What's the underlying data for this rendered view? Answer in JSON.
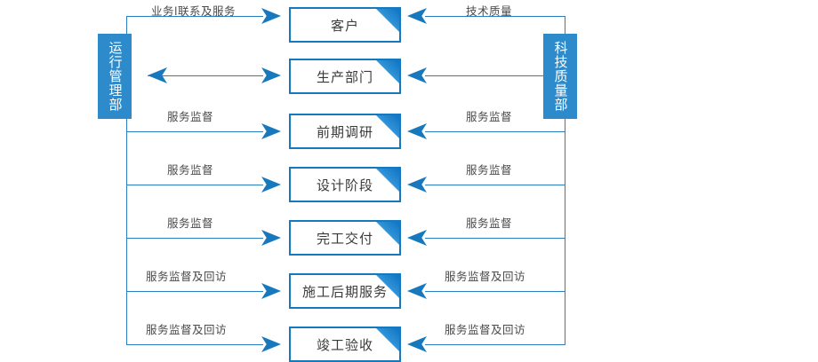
{
  "diagram": {
    "title_present": false,
    "colors": {
      "box_border": "#1878be",
      "dept_fill": "#2e8bcb",
      "line": "#2a7fc0",
      "arrow": "#1878be",
      "text": "#3a3a3a",
      "caption_text": "#4a4a4a",
      "background": "#ffffff"
    }
  },
  "departments": {
    "left": {
      "label": "运行管理部"
    },
    "right": {
      "label": "科技质量部"
    }
  },
  "nodes": [
    {
      "label": "客户"
    },
    {
      "label": "生产部门"
    },
    {
      "label": "前期调研"
    },
    {
      "label": "设计阶段"
    },
    {
      "label": "完工交付"
    },
    {
      "label": "施工后期服务"
    },
    {
      "label": "竣工验收"
    }
  ],
  "left_captions": [
    "业务l联系及服务",
    "",
    "服务监督",
    "服务监督",
    "服务监督",
    "服务监督及回访",
    "服务监督及回访"
  ],
  "right_captions": [
    "技术质量",
    "",
    "服务监督",
    "服务监督",
    "服务监督",
    "服务监督及回访",
    "服务监督及回访"
  ]
}
